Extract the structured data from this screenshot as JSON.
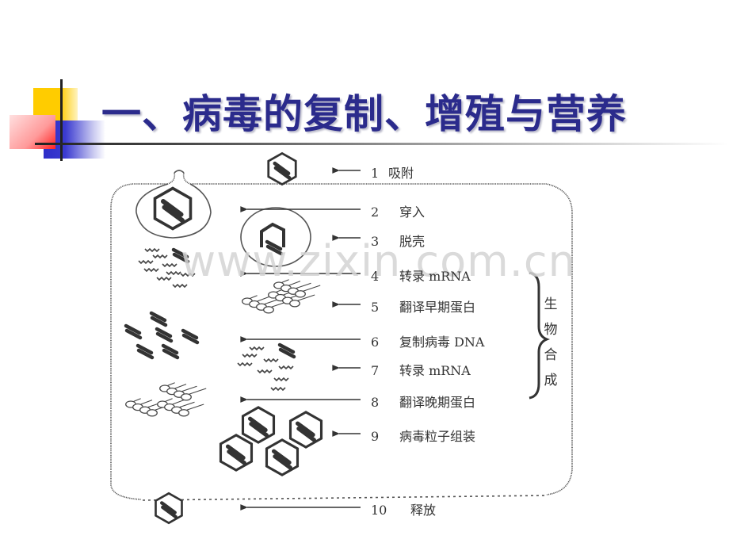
{
  "slide": {
    "title": "一、病毒的复制、增殖与营养",
    "title_color": "#2b2b8c",
    "watermark": "www.zixin.com.cn"
  },
  "diagram": {
    "steps": [
      {
        "number": "1",
        "label": "吸附"
      },
      {
        "number": "2",
        "label": "穿入"
      },
      {
        "number": "3",
        "label": "脱壳"
      },
      {
        "number": "4",
        "label": "转录 mRNA"
      },
      {
        "number": "5",
        "label": "翻译早期蛋白"
      },
      {
        "number": "6",
        "label": "复制病毒 DNA"
      },
      {
        "number": "7",
        "label": "转录 mRNA"
      },
      {
        "number": "8",
        "label": "翻译晚期蛋白"
      },
      {
        "number": "9",
        "label": "病毒粒子组装"
      },
      {
        "number": "10",
        "label": "释放"
      }
    ],
    "brace_group": {
      "label_chars": [
        "生",
        "物",
        "合",
        "成"
      ],
      "spans_steps": [
        "4",
        "5",
        "6",
        "7",
        "8"
      ]
    }
  }
}
